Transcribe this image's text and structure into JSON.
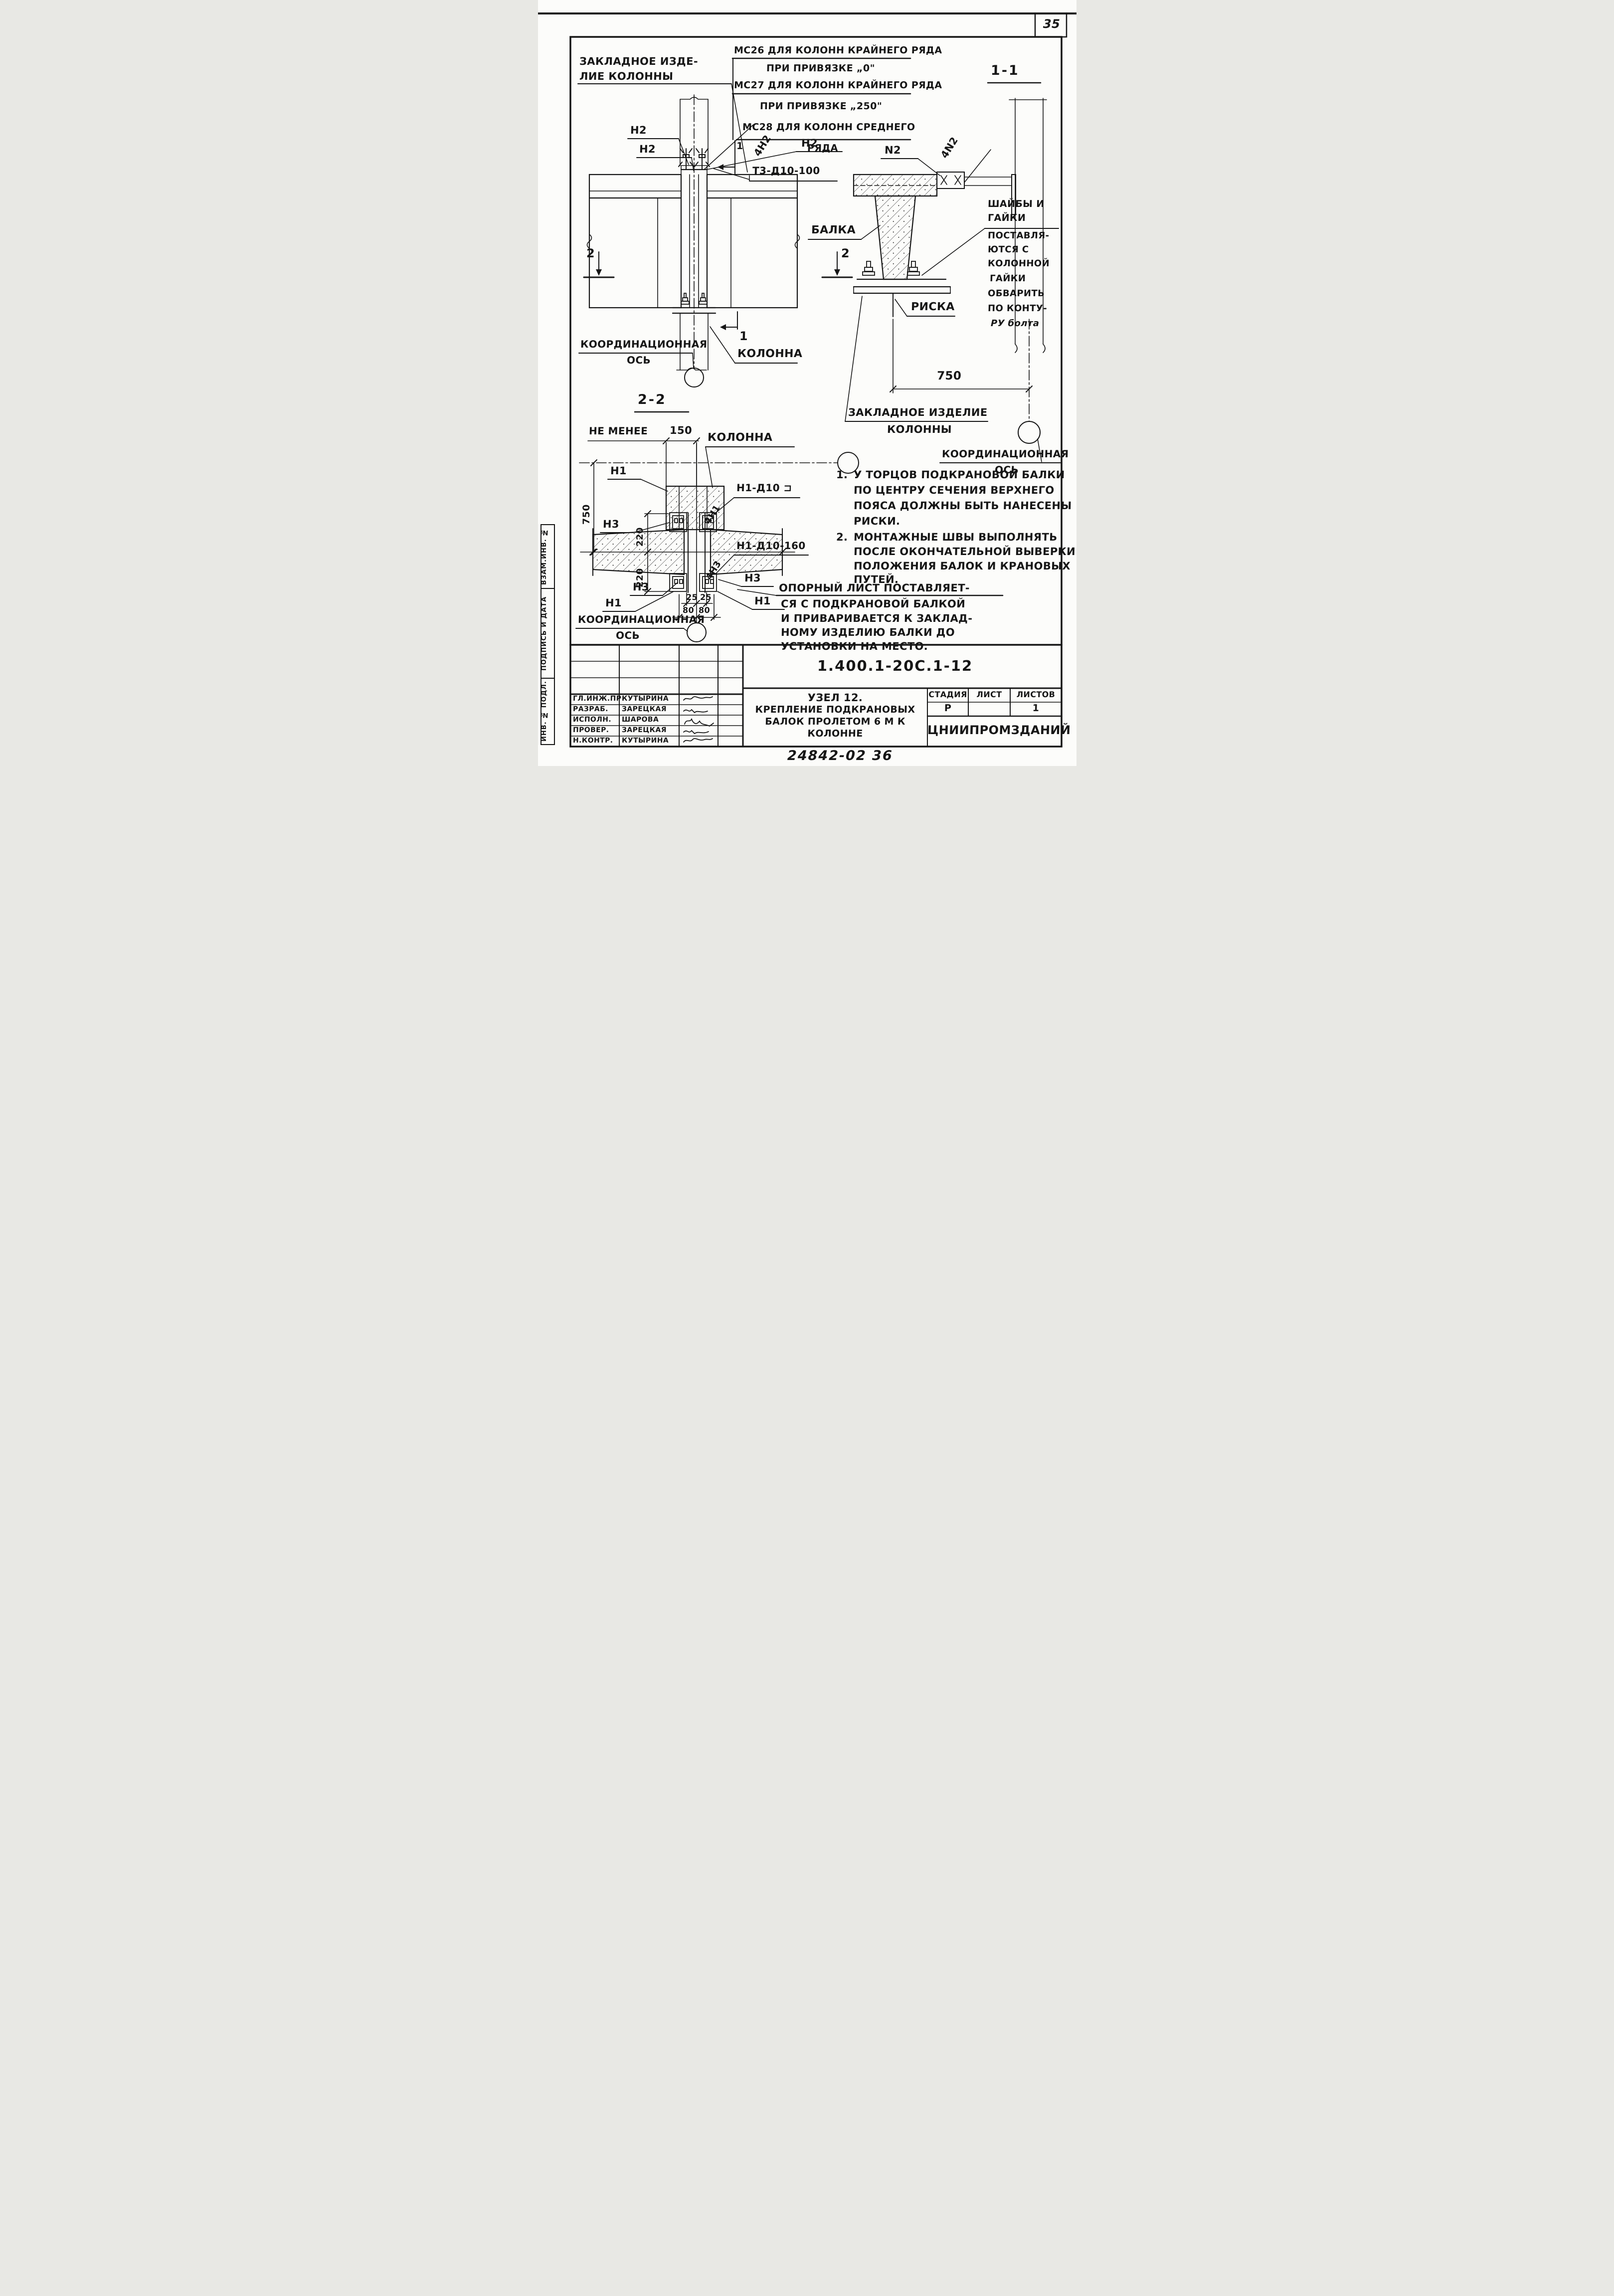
{
  "page": {
    "number": "35",
    "stamp_code": "24842-02  36"
  },
  "sidebar": {
    "cell1": "ВЗАМ.ИНВ. №",
    "cell2": "ПОДПИСЬ И ДАТА",
    "cell3": "ИНВ. № ПОДЛ."
  },
  "front_view": {
    "embed_label_1": "ЗАКЛАДНОЕ ИЗДЕ-",
    "embed_label_2": "ЛИЕ КОЛОННЫ",
    "ms_lines": [
      "МС26 ДЛЯ КОЛОНН КРАЙНЕГО РЯДА",
      "ПРИ ПРИВЯЗКЕ „0\"",
      "МС27 ДЛЯ КОЛОНН КРАЙНЕГО РЯДА",
      "ПРИ ПРИВЯЗКЕ „250\"",
      "МС28 ДЛЯ КОЛОНН СРЕДНЕГО",
      "РЯДА"
    ],
    "t3_mark": "Т3-Д10-100",
    "n2": "Н2",
    "n2_qty": "4Н2",
    "cut_mark_2": "2",
    "cut_mark_1": "1",
    "axis_label_1": "КООРДИНАЦИОННАЯ",
    "axis_label_2": "ОСЬ",
    "column_label": "КОЛОННА"
  },
  "section_1_1": {
    "title": "1-1",
    "n2": "N2",
    "n2_qty": "4N2",
    "beam_label": "БАЛКА",
    "washer_note": [
      "ШАЙБЫ И",
      "ГАЙКИ",
      "ПОСТАВЛЯ-",
      "ЮТСЯ С",
      "КОЛОННОЙ",
      "ГАЙКИ",
      "ОБВАРИТЬ",
      "ПО КОНТУ-",
      "РУ болта"
    ],
    "riska_label": "РИСКА",
    "dim_750": "750",
    "embed_label_1": "ЗАКЛАДНОЕ ИЗДЕЛИЕ",
    "embed_label_2": "КОЛОННЫ",
    "axis_label_1": "КООРДИНАЦИОННАЯ",
    "axis_label_2": "ОСЬ"
  },
  "section_2_2": {
    "title": "2-2",
    "dim_ne_menee": "НЕ МЕНЕЕ",
    "dim_150": "150",
    "column_label": "КОЛОННА",
    "n1": "Н1",
    "n3": "Н3",
    "n1_qty": "4Н1",
    "n3_qty": "4Н3",
    "mark_n1_d10": "Н1-Д10 ⊐",
    "mark_n1_d10_160": "Н1-Д10-160",
    "dim_750": "750",
    "dim_220": "220",
    "dim_25": "25",
    "dim_80": "80",
    "axis_label_1": "КООРДИНАЦИОННАЯ",
    "axis_label_2": "ОСЬ"
  },
  "notes": {
    "n1_num": "1.",
    "n1_lines": [
      "У ТОРЦОВ ПОДКРАНОВОЙ БАЛКИ",
      "ПО ЦЕНТРУ СЕЧЕНИЯ ВЕРХНЕГО",
      "ПОЯСА ДОЛЖНЫ БЫТЬ НАНЕСЕНЫ",
      "РИСКИ."
    ],
    "n2_num": "2.",
    "n2_lines": [
      "МОНТАЖНЫЕ ШВЫ ВЫПОЛНЯТЬ",
      "ПОСЛЕ ОКОНЧАТЕЛЬНОЙ ВЫВЕРКИ",
      "ПОЛОЖЕНИЯ БАЛОК И КРАНОВЫХ",
      "ПУТЕЙ."
    ],
    "support_lines": [
      "ОПОРНЫЙ ЛИСТ ПОСТАВЛЯЕТ-",
      "СЯ С ПОДКРАНОВОЙ БАЛКОЙ",
      "И ПРИВАРИВАЕТСЯ К ЗАКЛАД-",
      "НОМУ ИЗДЕЛИЮ БАЛКИ ДО",
      "УСТАНОВКИ НА МЕСТО."
    ]
  },
  "titleblock": {
    "doc_number": "1.400.1-20С.1-12",
    "title_line1": "УЗЕЛ 12.",
    "title_line2": "КРЕПЛЕНИЕ ПОДКРАНОВЫХ",
    "title_line3": "БАЛОК ПРОЛЕТОМ 6 М  К",
    "title_line4": "КОЛОННЕ",
    "stage_header": "СТАДИЯ",
    "sheet_header": "ЛИСТ",
    "sheets_header": "ЛИСТОВ",
    "stage_value": "Р",
    "sheet_value": "",
    "sheets_value": "1",
    "organization": "ЦНИИПРОМЗДАНИЙ",
    "rows": [
      {
        "role": "ГЛ.ИНЖ.ПР",
        "name": "КУТЫРИНА"
      },
      {
        "role": "РАЗРАБ.",
        "name": "ЗАРЕЦКАЯ"
      },
      {
        "role": "ИСПОЛН.",
        "name": "ШАРОВА"
      },
      {
        "role": "ПРОВЕР.",
        "name": "ЗАРЕЦКАЯ"
      },
      {
        "role": "Н.КОНТР.",
        "name": "КУТЫРИНА"
      }
    ]
  }
}
